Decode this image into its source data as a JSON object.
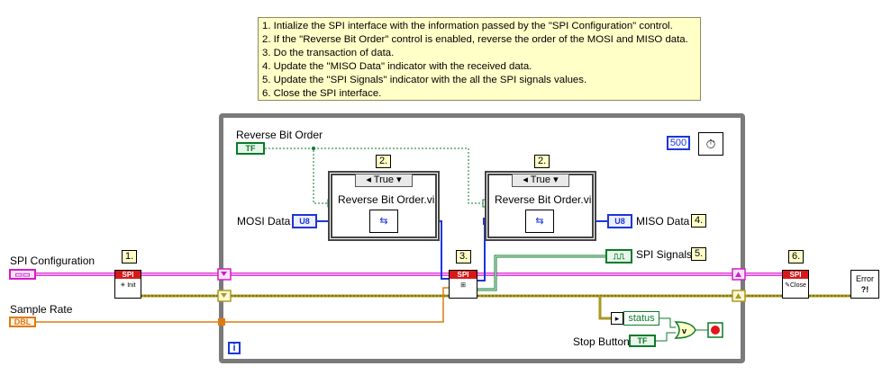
{
  "comment": {
    "lines": [
      "1. Intialize the SPI interface with the information passed by the \"SPI Configuration\" control.",
      "2. If the \"Reverse Bit Order\" control is enabled, reverse the order of the MOSI and MISO data.",
      "3. Do the transaction of data.",
      "4. Update the \"MISO Data\" indicator with the received data.",
      "5. Update the \"SPI Signals\" indicator with the all the SPI signals values.",
      "6. Close the SPI interface."
    ]
  },
  "terminals": {
    "spi_configuration": "SPI Configuration",
    "sample_rate": "Sample Rate",
    "reverse_bit_order": "Reverse Bit Order",
    "mosi_data": "MOSI Data",
    "miso_data": "MISO Data",
    "spi_signals": "SPI Signals",
    "stop_button": "Stop Button"
  },
  "terminal_types": {
    "bool": "TF",
    "u8": "U8",
    "dbl": "DBL"
  },
  "step_labels": {
    "s1": "1.",
    "s2a": "2.",
    "s2b": "2.",
    "s3": "3.",
    "s4": "4.",
    "s5": "5.",
    "s6": "6."
  },
  "case_structures": {
    "left_selector": "True",
    "right_selector": "True",
    "left_subvi": "Reverse Bit Order.vi",
    "right_subvi": "Reverse Bit Order.vi"
  },
  "subvis": {
    "init_header": "SPI",
    "init_body": "Init",
    "xfer_header": "SPI",
    "close_header": "SPI",
    "close_body": "Close",
    "error_label": "Error"
  },
  "constants": {
    "wait_ms": "500",
    "status": "status",
    "loop_index": "i"
  },
  "colors": {
    "spi_wire": "#e03ad8",
    "error_wire": "#a89a20",
    "u8_wire": "#1b36d9",
    "bool_wire": "#0b7a2a",
    "dbl_wire": "#e07a10",
    "loop_border": "#7a7a7a"
  }
}
